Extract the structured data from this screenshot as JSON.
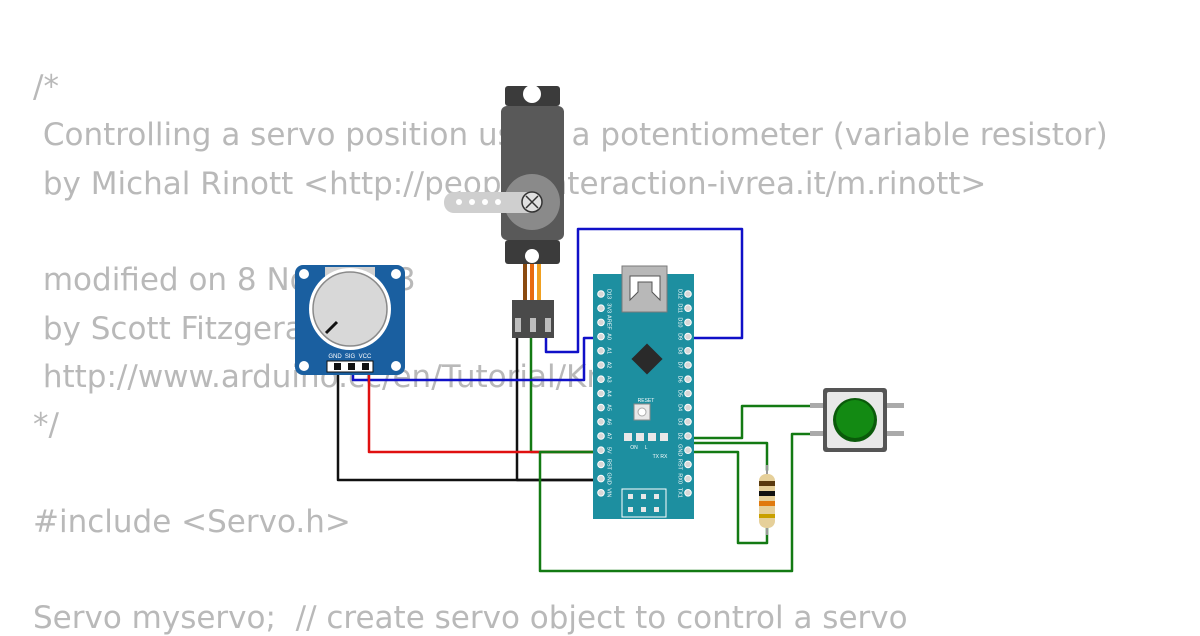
{
  "code": {
    "lines": [
      "/*",
      " Controlling a servo position using a potentiometer (variable resistor)",
      " by Michal Rinott <http://people.interaction-ivrea.it/m.rinott>",
      "",
      " modified on 8 Nov 2013",
      " by Scott Fitzgerald",
      " http://www.arduino.cc/en/Tutorial/Knob",
      "*/",
      "",
      "#include <Servo.h>",
      "",
      "Servo myservo;  // create servo object to control a servo"
    ]
  },
  "potentiometer": {
    "pins": [
      "GND",
      "SIG",
      "VCC"
    ],
    "body_color": "#1a5fa0",
    "knob_color": "#d8d8d8"
  },
  "arduino_nano": {
    "board_color": "#1d8fa0",
    "reset_label": "RESET",
    "led_labels": [
      "ON",
      "L"
    ],
    "tx_rx_label": "TX RX",
    "left_pins": [
      "D13",
      "3V3",
      "AREF",
      "A0",
      "A1",
      "A2",
      "A3",
      "A4",
      "A5",
      "A6",
      "A7",
      "5V",
      "RST",
      "GND",
      "VIN"
    ],
    "right_pins": [
      "D12",
      "D11",
      "D10",
      "D9",
      "D8",
      "D7",
      "D6",
      "D5",
      "D4",
      "D3",
      "D2",
      "GND",
      "RST",
      "RX0",
      "TX1"
    ]
  },
  "servo": {
    "body_color": "#595959"
  },
  "pushbutton": {
    "cap_color": "#138a13",
    "body_color": "#555555"
  },
  "resistor": {
    "body_color": "#e6d09a"
  },
  "wire_colors": {
    "blue": "#1010c8",
    "red": "#e01010",
    "black": "#111111",
    "green": "#137a13",
    "orange": "#e86a10"
  }
}
